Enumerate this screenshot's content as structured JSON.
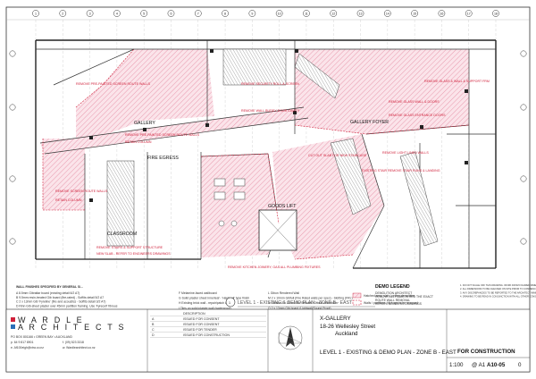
{
  "grid_numbers": [
    "1",
    "2",
    "3",
    "4",
    "5",
    "6",
    "7",
    "8",
    "9",
    "10",
    "11",
    "12",
    "13",
    "14",
    "15",
    "16",
    "17",
    "18"
  ],
  "room_labels": [
    {
      "id": "gallery",
      "text": "GALLERY"
    },
    {
      "id": "gallery-foyer",
      "text": "GALLERY FOYER"
    },
    {
      "id": "fire-egress",
      "text": "FIRE EGRESS"
    },
    {
      "id": "classroom",
      "text": "CLASSROOM"
    },
    {
      "id": "goods-lift",
      "text": "GOODS LIFT"
    }
  ],
  "demo_notes": [
    "REMOVE PRE-PAINTED SCREEN ROUTE WALLS",
    "REMOVE PRE-PAINTED SCREEN ROUTE WALLS",
    "RETAIN COLUMN",
    "REMOVE SCREEN ROUTE WALLS",
    "REMOVE SECURITY ROLL-A-SCREEN",
    "REMOVE WALL BUDDY DOOR CAVITY",
    "REMOVE GLASS WALL & DOORS",
    "REMOVE GLASS ENTRANCE DOORS",
    "REMOVE GLASS & WALL & SUPPORT FRM",
    "CUT OUT SLAB FOR NEW STAIRCASE",
    "REMOVE LIGHT LINED WALLS",
    "EXISTING STAIR REMOVE STAIR RUNS & LANDING",
    "REMOVE STAIRS & SUPPORT STRUCTURE",
    "NEW SLAB - REFER TO ENGINEERS DRAWINGS",
    "REMOVE KITCHEN JOINERY, GAS ALL PLUMBING FIXTURES",
    "RETAIN COLUMN"
  ],
  "legend": {
    "title": "DEMO LEGEND",
    "items": [
      "Walls / partitions / fixtures to be removed",
      "Hatched area: slab / ceiling demolition"
    ]
  },
  "notes_heading": "WALL FINISHES SPECIFIED BY GENERAL S/...",
  "notes_left": [
    "A  8.5mm Gibraltar board (existing detail 6/2 A7)",
    "B  9.5mm resin-treated Gib board (fire-rated) - Soffits detail 5/2 A7",
    "C  2 x 13mm Gib 'Fyreline' (fire and acoustics - Soffits detail 3/2 A7)",
    "D  Rinn Gib-sheet plaster over 45mm partition framing. Use 'Fyrecell' fibrous",
    "   plaster where a wall with fire resistant rating is indicated on plans (for",
    "   example)",
    "E  Trim or Rinn infill/board"
  ],
  "notes_mid": [
    "F  Melamine-faced wallboard",
    "G  Solid plaster sheet innerleaf - 'Hardwall' type finish",
    "H  Existing brick wall - repair/patch as req.",
    "I  Tiles on solid plaster wall (waterproof)",
    "J  Gibraltar board (existing)",
    "K  Laser-level (marked)"
  ],
  "notes_right": [
    "L  Gibon Rendered Wall",
    "M  2 x 10mm Gibfull (Fire Rated walls per spec) - Skirting (FRL)",
    "N  Gibson 2 x 13mm Gib Stewart / Gibfull with Studs",
    "O  2 x 13mm Gib board (Lightwall/Sound Proof)",
    "P  Gib/Standard 10mm Gib"
  ],
  "demo_legend_notes": [
    "DEMOLITION ARCHITECT",
    "REMOVE ALL ITEMS IN RED THE EXACT",
    "ROUTE WALL REMOVAL",
    "REFER ENGINEERS DRAWINGS"
  ],
  "general_notes": [
    "1. DO NOT SCALE OFF THIS DRAWING. WORK FROM FIGURED DIMENSIONS ONLY.",
    "2. ALL DIMENSIONS TO BE CHECKED ON SITE PRIOR TO COMMENCING ANY WORK.",
    "3. ANY DISCREPANCIES TO BE REPORTED TO THE ARCHITECT IMMEDIATELY.",
    "4. DRAWING TO BE READ IN CONJUNCTION WITH ALL OTHER CONSULTANT DRAWINGS."
  ],
  "section_title": "LEVEL 1 - EXISTING & DEMO PLAN - ZONE B - EAST",
  "firm": {
    "name": "WARDLE ARCHITECTS",
    "address_1": "PO BOX 801166  •  GREEN BAY  •  AUCKLAND",
    "phone": "p. 64 9 817 8901",
    "fax": "f. (09) 523 3318",
    "email": "e. Af100eigh@xtra.co.nz",
    "web": "w. Wardlearchitect.co.nz"
  },
  "revisions": [
    {
      "rev": "",
      "date": "",
      "desc": "DESCRIPTION"
    },
    {
      "rev": "A",
      "date": "",
      "desc": "ISSUED FOR CONSENT"
    },
    {
      "rev": "B",
      "date": "",
      "desc": "ISSUED FOR CONSENT"
    },
    {
      "rev": "C",
      "date": "",
      "desc": "ISSUED FOR TENDER"
    },
    {
      "rev": "D",
      "date": "",
      "desc": "ISSUED FOR CONSTRUCTION"
    }
  ],
  "project": {
    "name": "X-GALLERY",
    "street": "18-26 Wellesley Street",
    "city": "Auckland",
    "drawing_title": "LEVEL 1 - EXISTING & DEMO PLAN - ZONE B - EAST"
  },
  "status": "FOR CONSTRUCTION",
  "scale": "1:100",
  "sheet_size": "@ A1",
  "drawing_no": "A10-05",
  "revision": "0"
}
